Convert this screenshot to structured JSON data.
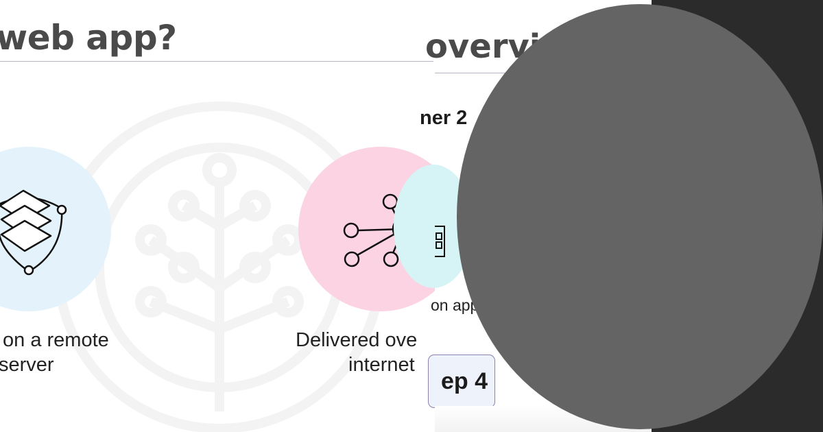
{
  "panel_left": {
    "title": "web app?",
    "captions": {
      "remote_line1": "on a remote",
      "remote_line2": "server",
      "over_line1": "Delivered ove",
      "over_line2": "internet"
    },
    "icons": [
      "layers-shield-icon",
      "network-nodes-icon",
      "tree-watermark-icon"
    ],
    "colors": {
      "blue_circle": "#e3f2fb",
      "pink_circle": "#fbd3e2"
    }
  },
  "panel_middle": {
    "title": "overview",
    "subheading": "ner 2",
    "label": "on app",
    "step_button": "ep 4",
    "icons": [
      "app-icon"
    ],
    "colors": {
      "cyan_circle": "#d6f4f6",
      "button_border": "#8b7fb4"
    }
  },
  "panel_right": {
    "colors": {
      "background": "#2b2b2b",
      "circle": "#646464"
    }
  }
}
